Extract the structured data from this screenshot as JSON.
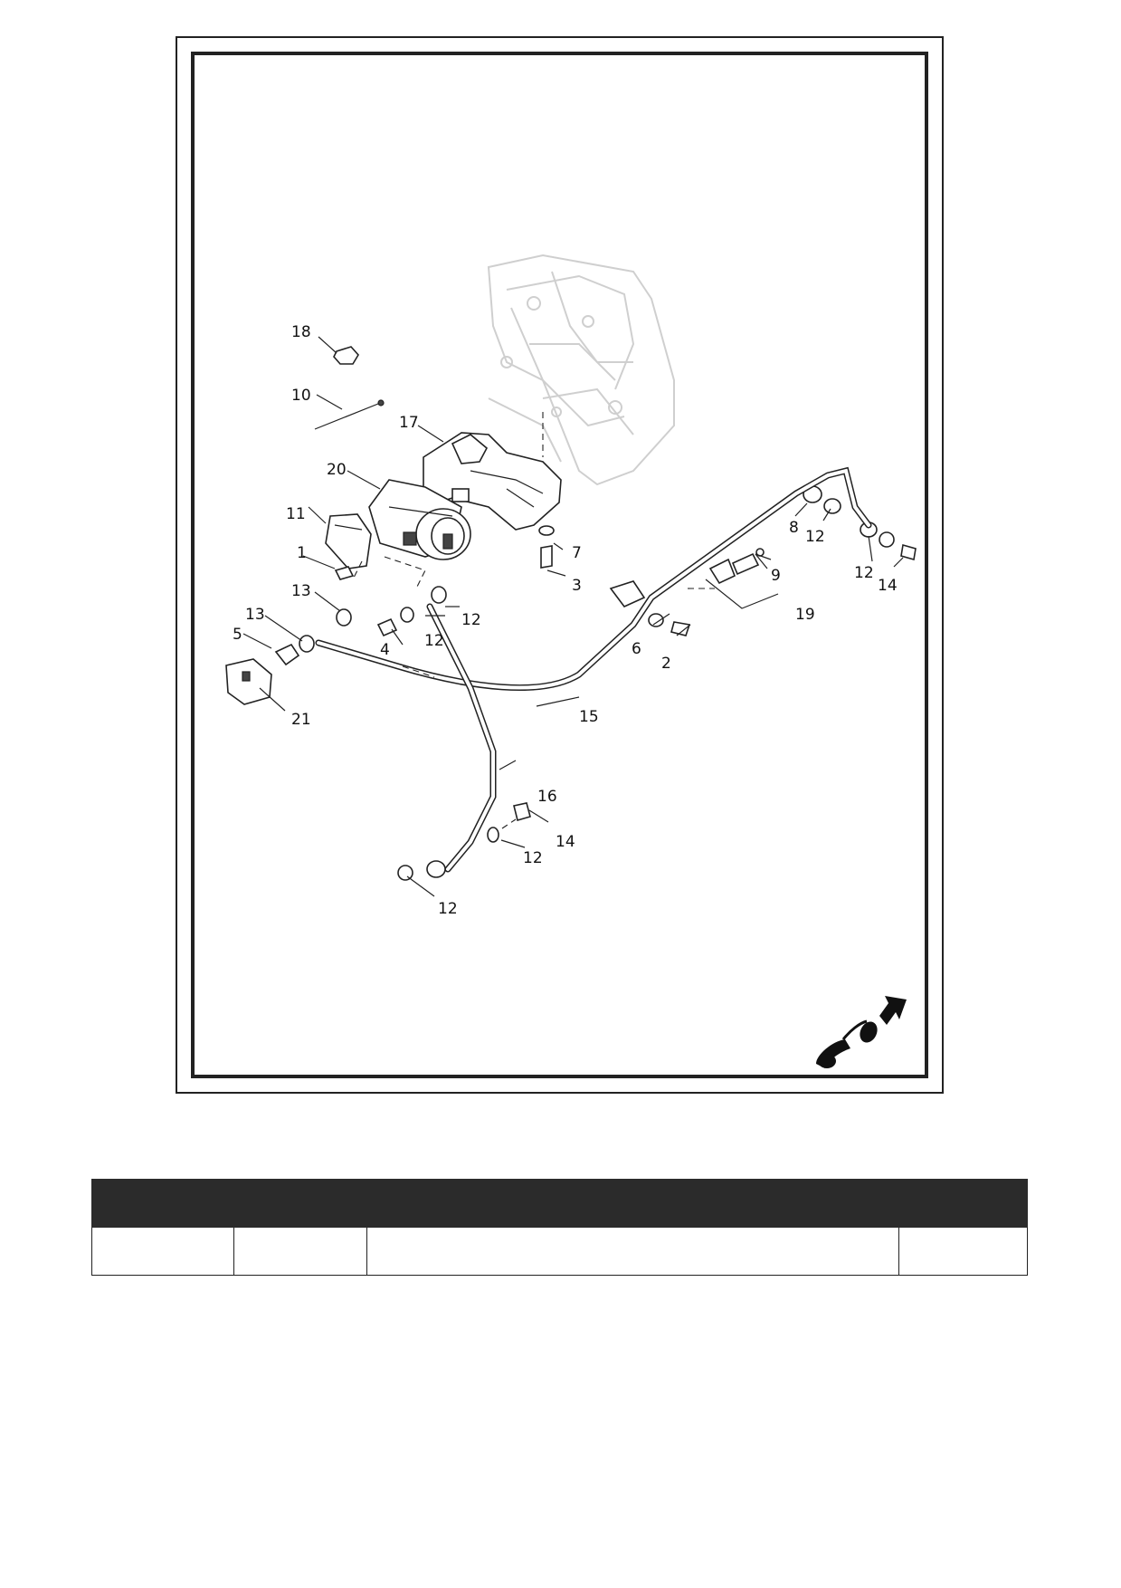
{
  "diagram": {
    "callouts": [
      "1",
      "2",
      "3",
      "4",
      "5",
      "6",
      "7",
      "8",
      "9",
      "10",
      "11",
      "12",
      "13",
      "14",
      "15",
      "16",
      "17",
      "18",
      "19",
      "20",
      "21"
    ]
  },
  "parts_table": {
    "headers": [
      "",
      "",
      "",
      ""
    ],
    "rows": [
      [
        "",
        "",
        "",
        ""
      ]
    ]
  }
}
